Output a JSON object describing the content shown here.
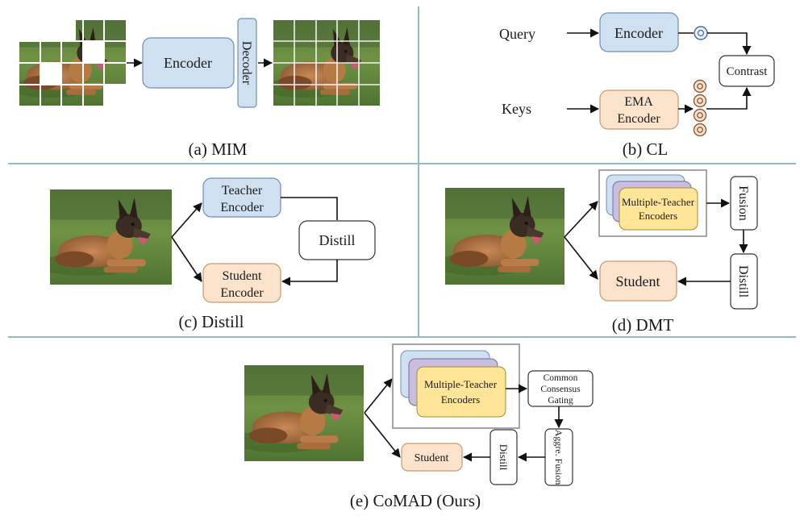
{
  "panels": {
    "mim": {
      "caption": "(a) MIM",
      "encoder_label": "Encoder",
      "decoder_label": "Decoder"
    },
    "cl": {
      "caption": "(b) CL",
      "query_label": "Query",
      "keys_label": "Keys",
      "encoder_label": "Encoder",
      "ema_encoder_line1": "EMA",
      "ema_encoder_line2": "Encoder",
      "contrast_label": "Contrast"
    },
    "distill": {
      "caption": "(c) Distill",
      "teacher_line1": "Teacher",
      "teacher_line2": "Encoder",
      "student_line1": "Student",
      "student_line2": "Encoder",
      "distill_label": "Distill"
    },
    "dmt": {
      "caption": "(d) DMT",
      "teachers_line1": "Multiple-Teacher",
      "teachers_line2": "Encoders",
      "fusion_label": "Fusion",
      "distill_label": "Distill",
      "student_label": "Student"
    },
    "comad": {
      "caption": "(e) CoMAD (Ours)",
      "teachers_line1": "Multiple-Teacher",
      "teachers_line2": "Encoders",
      "gating_line1": "Common",
      "gating_line2": "Consensus",
      "gating_line3": "Gating",
      "fusion_label": "Aggre. Fusion",
      "distill_label": "Distill",
      "student_label": "Student"
    }
  },
  "colors": {
    "blue_fill": "#cfe0f1",
    "blue_stroke": "#6f8fb6",
    "peach_fill": "#fbe3cc",
    "peach_stroke": "#c59a72",
    "yellow_fill": "#ffe597",
    "purple_fill": "#c9bedf",
    "divider": "#8fbcc4"
  }
}
